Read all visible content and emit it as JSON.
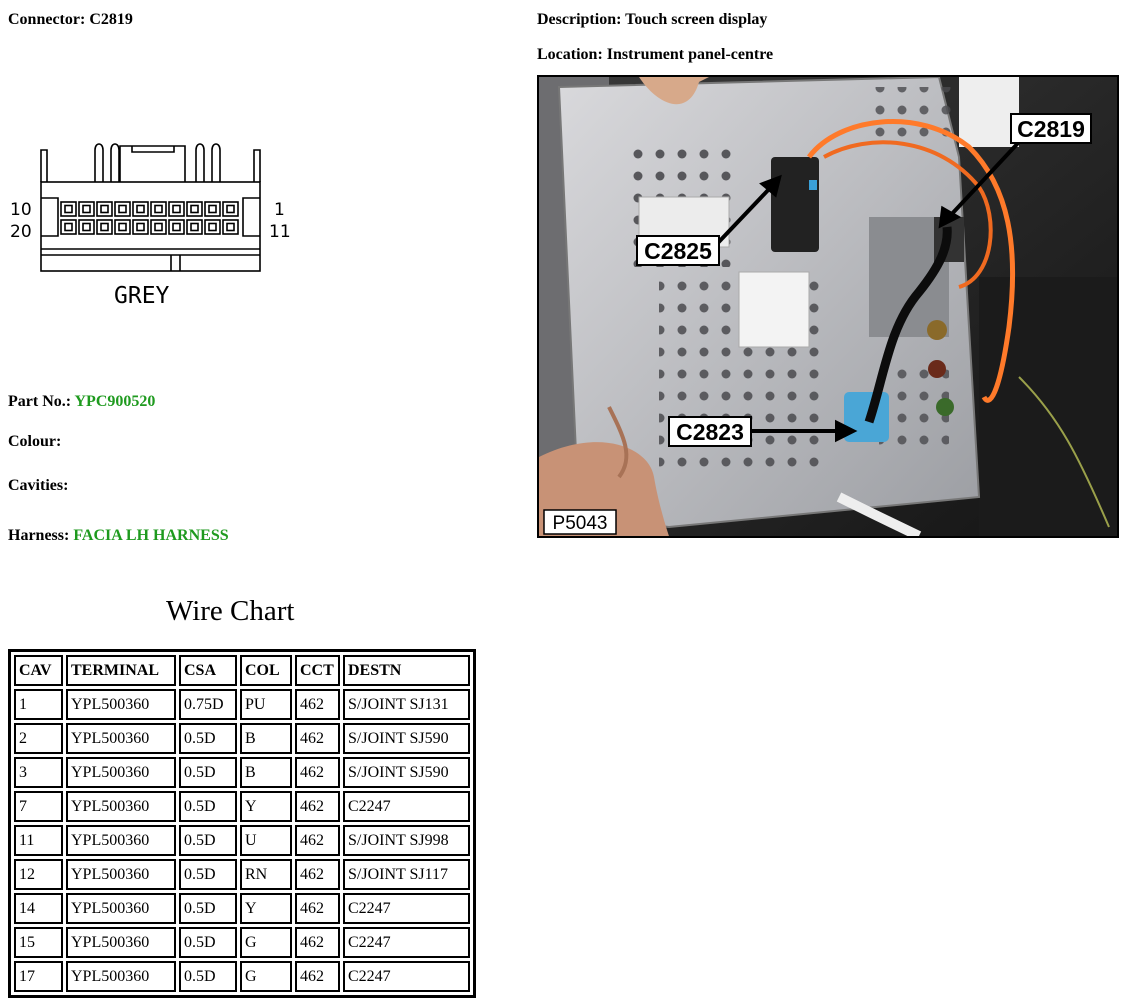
{
  "header": {
    "connector_label": "Connector:",
    "connector_value": "C2819",
    "description_label": "Description:",
    "description_value": "Touch screen display",
    "location_label": "Location:",
    "location_value": "Instrument panel-centre"
  },
  "connector_diagram": {
    "pin_top_left": "10",
    "pin_top_right": "1",
    "pin_bottom_left": "20",
    "pin_bottom_right": "11",
    "colour_text": "GREY"
  },
  "details": {
    "part_no_label": "Part No.:",
    "part_no_value": "YPC900520",
    "colour_label": "Colour:",
    "cavities_label": "Cavities:",
    "harness_label": "Harness:",
    "harness_value": "FACIA LH HARNESS"
  },
  "photo": {
    "callouts": [
      "C2819",
      "C2825",
      "C2823"
    ],
    "ref": "P5043"
  },
  "wire_chart": {
    "title": "Wire Chart",
    "columns": [
      "CAV",
      "TERMINAL",
      "CSA",
      "COL",
      "CCT",
      "DESTN"
    ],
    "rows": [
      [
        "1",
        "YPL500360",
        "0.75D",
        "PU",
        "462",
        "S/JOINT SJ131"
      ],
      [
        "2",
        "YPL500360",
        "0.5D",
        "B",
        "462",
        "S/JOINT SJ590"
      ],
      [
        "3",
        "YPL500360",
        "0.5D",
        "B",
        "462",
        "S/JOINT SJ590"
      ],
      [
        "7",
        "YPL500360",
        "0.5D",
        "Y",
        "462",
        "C2247"
      ],
      [
        "11",
        "YPL500360",
        "0.5D",
        "U",
        "462",
        "S/JOINT SJ998"
      ],
      [
        "12",
        "YPL500360",
        "0.5D",
        "RN",
        "462",
        "S/JOINT SJ117"
      ],
      [
        "14",
        "YPL500360",
        "0.5D",
        "Y",
        "462",
        "C2247"
      ],
      [
        "15",
        "YPL500360",
        "0.5D",
        "G",
        "462",
        "C2247"
      ],
      [
        "17",
        "YPL500360",
        "0.5D",
        "G",
        "462",
        "C2247"
      ]
    ]
  },
  "colors": {
    "value_green": "#1e9a1e"
  }
}
